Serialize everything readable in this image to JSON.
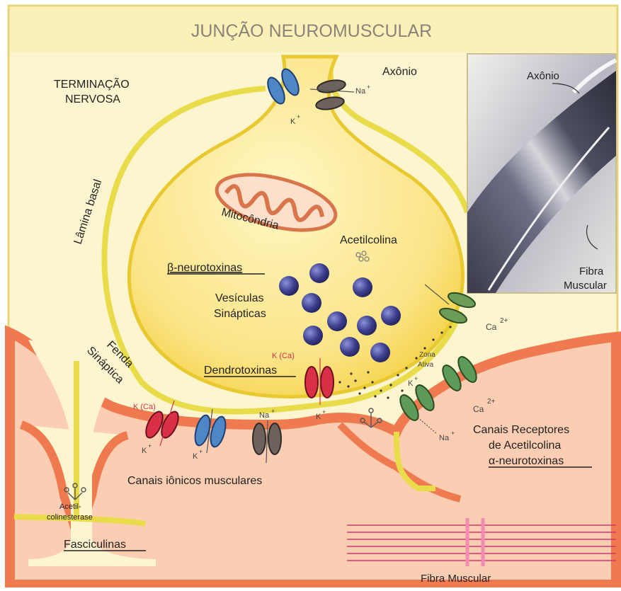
{
  "title": "JUNÇÃO NEUROMUSCULAR",
  "labels": {
    "nerve_terminal_1": "TERMINAÇÃO",
    "nerve_terminal_2": "NERVOSA",
    "axon_top": "Axônio",
    "basal_lamina": "Lâmina basal",
    "mitochondria": "Mitocôndria",
    "acetylcholine": "Acetilcolina",
    "beta_neurotoxins": "β-neurotoxinas",
    "vesicles_1": "Vesículas",
    "vesicles_2": "Sinápticas",
    "cleft_1": "Fenda",
    "cleft_2": "Sináptica",
    "dendrotoxins": "Dendrotoxinas",
    "k_ca_top": "K (Ca)",
    "k_ca_left": "K (Ca)",
    "active_zone_1": "Zona",
    "active_zone_2": "Ativa",
    "receptor_channels_1": "Canais Receptores",
    "receptor_channels_2": "de Acetilcolina",
    "alpha_neurotoxins": "α-neurotoxinas",
    "muscle_channels": "Canais iônicos musculares",
    "acetylcholinesterase_1": "Acetil-",
    "acetylcholinesterase_2": "colinesterase",
    "fasciculins": "Fasciculinas",
    "muscle_fiber_bottom": "Fibra Muscular",
    "micro_axon": "Axônio",
    "micro_fiber_1": "Fibra",
    "micro_fiber_2": "Muscular",
    "ion_na": "Na",
    "ion_k": "K",
    "ion_ca": "Ca",
    "charge_plus": "+",
    "charge_2plus": "2+"
  },
  "colors": {
    "background": "#fdf5cf",
    "border": "#e6d57a",
    "terminal_fill": "#fbe487",
    "terminal_stroke": "#e8c930",
    "lamina": "#e9dc4a",
    "muscle": "#f07a50",
    "muscle_light": "#fbcdb2",
    "vesicle": "#3d3f8e",
    "k_channel": "#4f86c6",
    "na_channel": "#6e625c",
    "kca_channel": "#d93048",
    "ca_channel": "#6b9d58",
    "receptor": "#5e9a5a",
    "myofibril": "#d8356d"
  }
}
